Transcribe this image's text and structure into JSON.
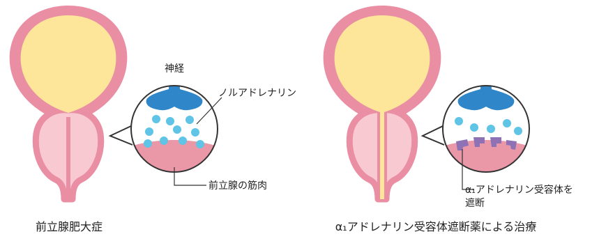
{
  "colors": {
    "bladder_wall": "#e98ea3",
    "urine": "#fde59a",
    "prostate_fill": "#f8c9d1",
    "prostate_outline": "#e98ea3",
    "muscle": "#ea97a7",
    "nerve": "#2f86c9",
    "noradrenaline": "#5fc4e6",
    "blocker": "#8e72b5",
    "line": "#333333"
  },
  "left": {
    "caption": "前立腺肥大症",
    "labels": {
      "nerve": "神経",
      "noradrenaline": "ノルアドレナリン",
      "muscle": "前立腺の筋肉"
    }
  },
  "right": {
    "caption": "α₁アドレナリン受容体遮断薬による治療",
    "labels": {
      "blocker_line1": "α₁アドレナリン受容体を",
      "blocker_line2": "遮断"
    }
  }
}
